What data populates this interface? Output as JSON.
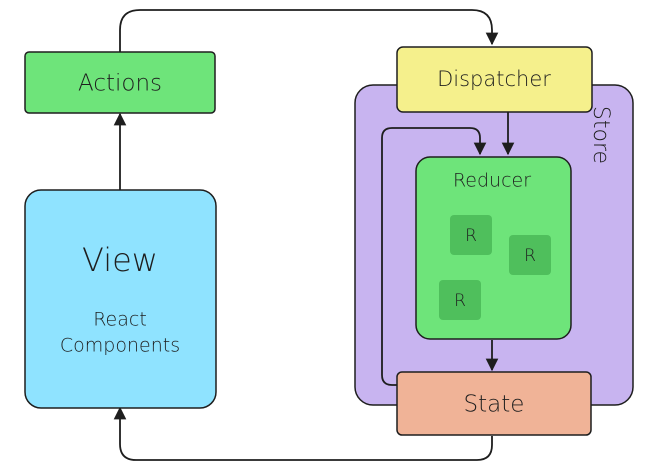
{
  "colors": {
    "actions": "#6ee47a",
    "view": "#8fe3ff",
    "dispatcher": "#f5f08c",
    "store": "#c8b4f0",
    "reducer": "#6ee47a",
    "reducer_item": "#4fbf5c",
    "state": "#f0b397",
    "stroke": "#1e1e1e"
  },
  "nodes": {
    "actions": {
      "label": "Actions"
    },
    "view": {
      "label": "View",
      "sub_line_1": "React",
      "sub_line_2": "Components"
    },
    "dispatcher": {
      "label": "Dispatcher"
    },
    "store": {
      "label": "Store"
    },
    "reducer": {
      "label": "Reducer",
      "items": [
        {
          "label": "R"
        },
        {
          "label": "R"
        },
        {
          "label": "R"
        }
      ]
    },
    "state": {
      "label": "State"
    }
  },
  "edges": [
    {
      "from": "view",
      "to": "actions"
    },
    {
      "from": "actions",
      "to": "dispatcher"
    },
    {
      "from": "dispatcher",
      "to": "reducer"
    },
    {
      "from": "reducer",
      "to": "state"
    },
    {
      "from": "state",
      "to": "reducer"
    },
    {
      "from": "state",
      "to": "view"
    }
  ]
}
